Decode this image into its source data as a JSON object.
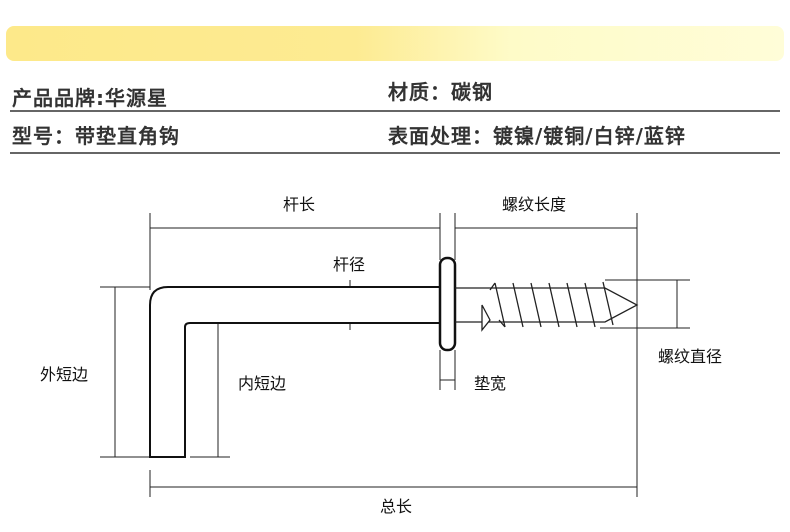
{
  "specs": {
    "brand": "产品品牌:华源星",
    "material": "材质：碳钢",
    "model": "型号：带垫直角钩",
    "surface": "表面处理：镀镍/镀铜/白锌/蓝锌"
  },
  "diagram": {
    "rod_length": "杆长",
    "thread_length": "螺纹长度",
    "rod_diameter": "杆径",
    "outer_short_side": "外短边",
    "inner_short_side": "内短边",
    "washer_width": "垫宽",
    "thread_diameter": "螺纹直径",
    "total_length": "总长"
  }
}
